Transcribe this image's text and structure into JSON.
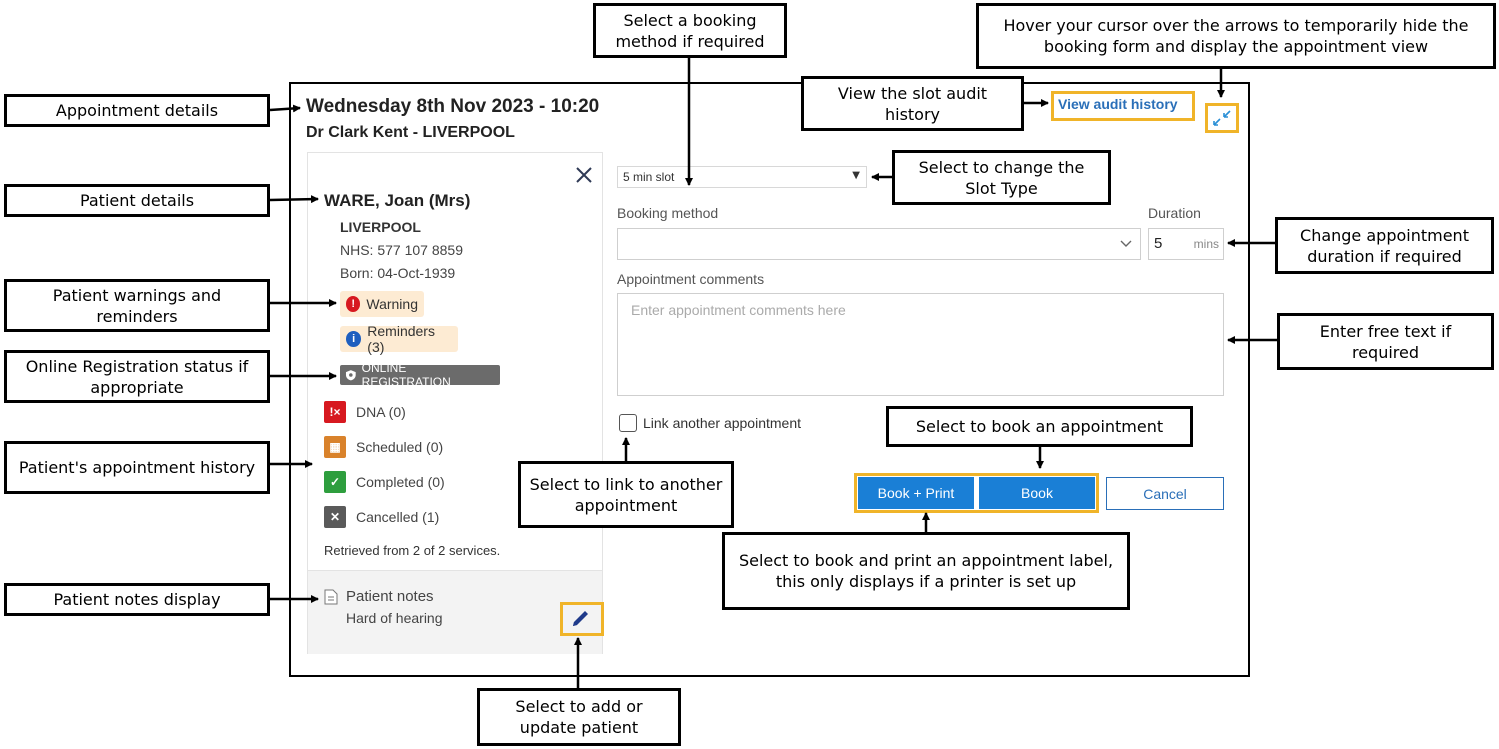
{
  "dialog": {
    "date_time": "Wednesday 8th Nov 2023 - 10:20",
    "clinician": "Dr Clark Kent - LIVERPOOL",
    "audit_link": "View audit history"
  },
  "patient": {
    "name": "WARE, Joan (Mrs)",
    "location": "LIVERPOOL",
    "nhs": "NHS: 577 107 8859",
    "born": "Born: 04-Oct-1939",
    "warning": "Warning",
    "reminders": "Reminders (3)",
    "online_registration": "ONLINE REGISTRATION",
    "history": [
      {
        "label": "DNA (0)",
        "color": "#d71920"
      },
      {
        "label": "Scheduled (0)",
        "color": "#d9822b"
      },
      {
        "label": "Completed (0)",
        "color": "#2e9e3e"
      },
      {
        "label": "Cancelled (1)",
        "color": "#5a5a5a"
      }
    ],
    "retrieved": "Retrieved from 2 of 2 services.",
    "notes_title": "Patient notes",
    "notes_text": "Hard of hearing"
  },
  "form": {
    "slot_type": "5 min slot",
    "booking_method_label": "Booking method",
    "duration_label": "Duration",
    "duration_value": "5",
    "duration_unit": "mins",
    "comments_label": "Appointment comments",
    "comments_placeholder": "Enter appointment comments here",
    "link_label": "Link another appointment",
    "book_print": "Book + Print",
    "book": "Book",
    "cancel": "Cancel"
  },
  "callouts": {
    "appointment_details": "Appointment details",
    "patient_details": "Patient details",
    "warnings": "Patient warnings and reminders",
    "online_reg": "Online Registration status if appropriate",
    "history": "Patient's appointment history",
    "notes": "Patient notes display",
    "booking_method": "Select a booking method if required",
    "audit": "View the slot audit history",
    "hover": "Hover your cursor over the arrows to temporarily hide the booking form and display the appointment view",
    "slot_type": "Select to change the Slot Type",
    "duration": "Change appointment duration if required",
    "free_text": "Enter free text if required",
    "book": "Select to book an appointment",
    "link": "Select to link to another appointment",
    "book_print": "Select to book and print an appointment label, this only displays if a printer is set up",
    "update_patient": "Select to add or update patient"
  },
  "colors": {
    "accent": "#1a7fd6",
    "highlight": "#f0b429",
    "link": "#2a6fb8"
  }
}
